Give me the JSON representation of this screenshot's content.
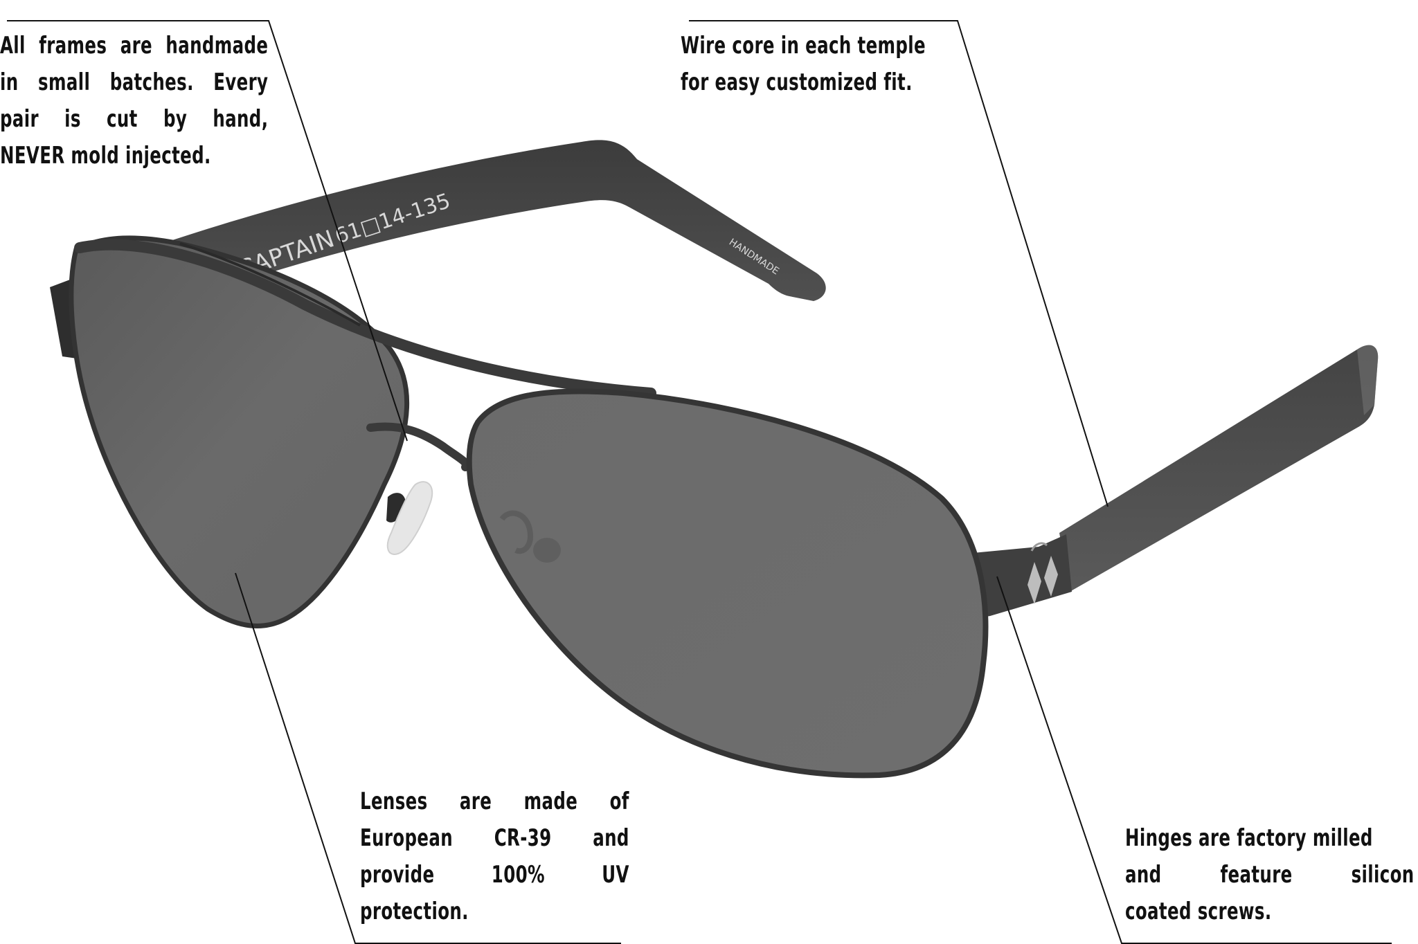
{
  "image": {
    "subject": "Aviator sunglasses product feature diagram",
    "background_color": "#ffffff"
  },
  "product": {
    "temple_print_model": "THE CAPTAIN",
    "temple_print_model_visible": "E CAPTAIN",
    "temple_print_size": "61□14-135",
    "temple_print_tip": "HANDMADE",
    "colors": {
      "frame": "#3a3a3a",
      "lens": "#6e6e6e",
      "temple": "#454545",
      "hinge_diamond": "#bdbdbd",
      "nose_pad": "#e6e6e6"
    }
  },
  "callouts": {
    "frames": {
      "lines": [
        "All frames are handmade",
        "in small batches. Every",
        "pair is cut by hand,",
        "NEVER mold injected."
      ],
      "words": [
        [
          "All",
          "frames",
          "are",
          "handmade"
        ],
        [
          "in",
          "small",
          "batches.",
          "Every"
        ],
        [
          "pair",
          "is",
          "cut",
          "by",
          "hand,"
        ],
        [
          "NEVER mold injected."
        ]
      ]
    },
    "wire": {
      "lines": [
        "Wire core in each temple",
        "for easy customized fit."
      ]
    },
    "lenses": {
      "words": [
        [
          "Lenses",
          "are",
          "made",
          "of"
        ],
        [
          "European",
          "CR-39",
          "and"
        ],
        [
          "provide",
          "100%",
          "UV"
        ],
        [
          "protection."
        ]
      ]
    },
    "hinges": {
      "words": [
        [
          "Hinges are factory milled"
        ],
        [
          "and",
          "feature",
          "silicon"
        ],
        [
          "coated screws."
        ]
      ]
    }
  }
}
